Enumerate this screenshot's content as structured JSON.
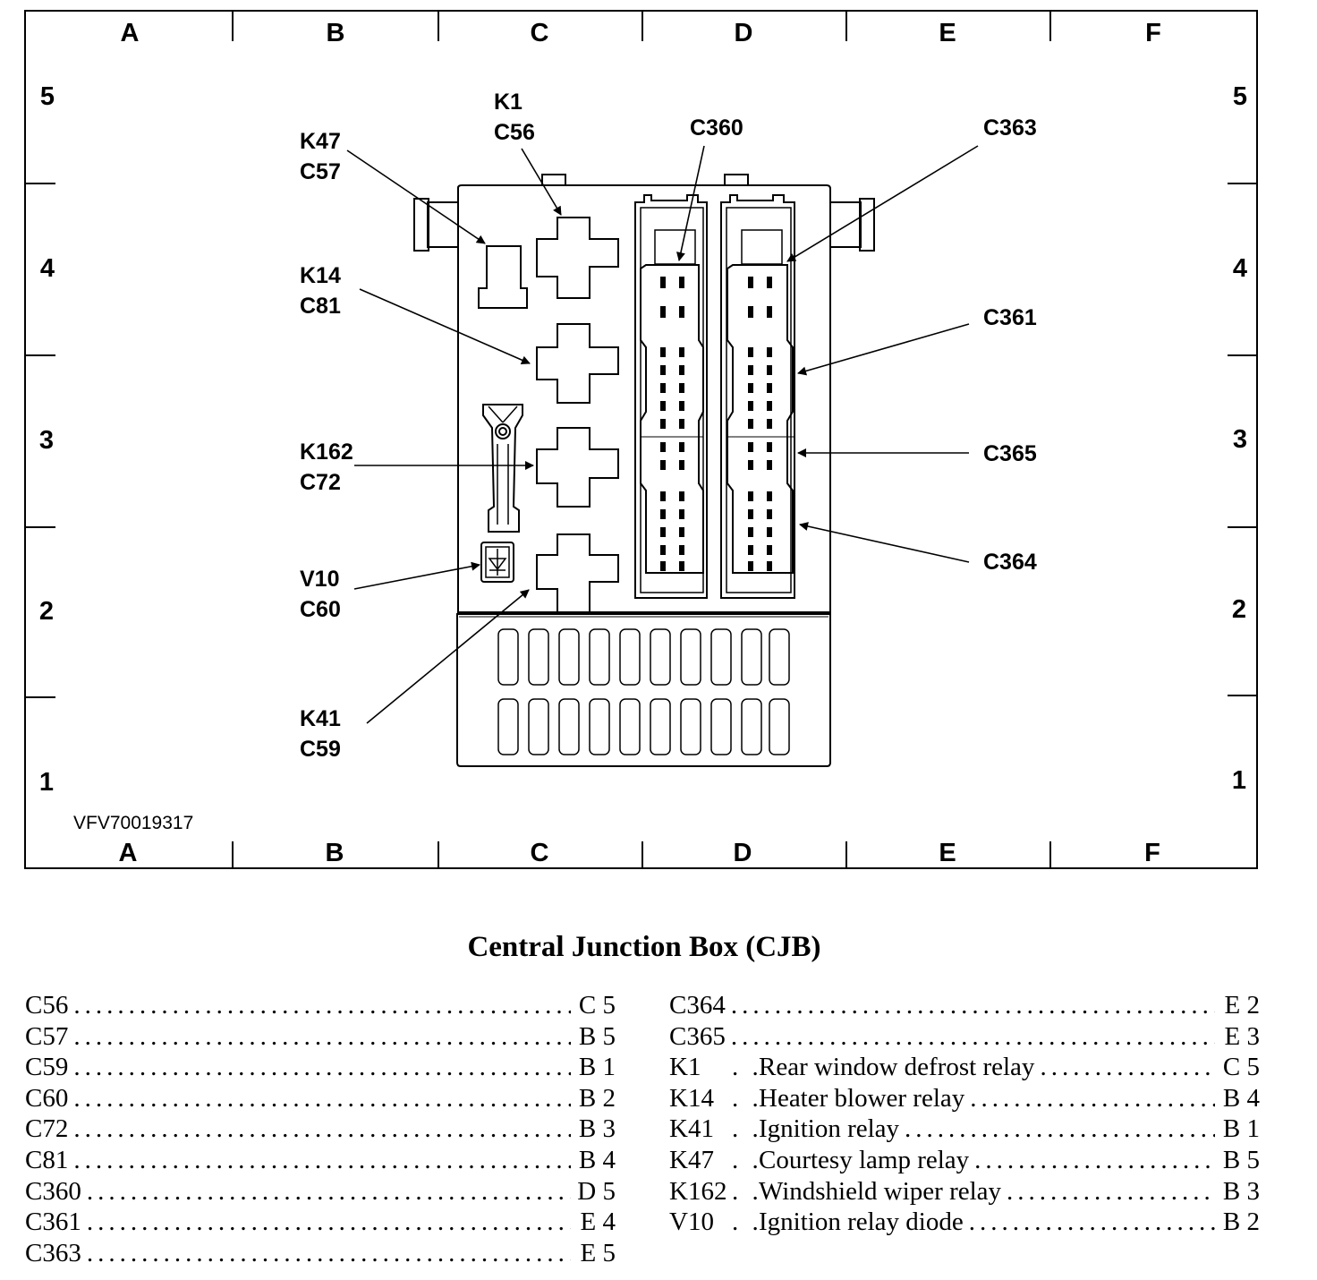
{
  "figure": {
    "code": "VFV70019317",
    "grid": {
      "columns": [
        "A",
        "B",
        "C",
        "D",
        "E",
        "F"
      ],
      "rows": [
        "5",
        "4",
        "3",
        "2",
        "1"
      ]
    },
    "callouts": [
      {
        "id": "k1-c56",
        "lines": [
          "K1",
          "C56"
        ]
      },
      {
        "id": "k47-c57",
        "lines": [
          "K47",
          "C57"
        ]
      },
      {
        "id": "k14-c81",
        "lines": [
          "K14",
          "C81"
        ]
      },
      {
        "id": "k162-c72",
        "lines": [
          "K162",
          "C72"
        ]
      },
      {
        "id": "v10-c60",
        "lines": [
          "V10",
          "C60"
        ]
      },
      {
        "id": "k41-c59",
        "lines": [
          "K41",
          "C59"
        ]
      },
      {
        "id": "c360",
        "lines": [
          "C360"
        ]
      },
      {
        "id": "c363",
        "lines": [
          "C363"
        ]
      },
      {
        "id": "c361",
        "lines": [
          "C361"
        ]
      },
      {
        "id": "c365",
        "lines": [
          "C365"
        ]
      },
      {
        "id": "c364",
        "lines": [
          "C364"
        ]
      }
    ]
  },
  "index": {
    "title": "Central Junction Box (CJB)",
    "left": [
      {
        "id": "C56",
        "desc": "",
        "loc": "C 5"
      },
      {
        "id": "C57",
        "desc": "",
        "loc": "B 5"
      },
      {
        "id": "C59",
        "desc": "",
        "loc": "B 1"
      },
      {
        "id": "C60",
        "desc": "",
        "loc": "B 2"
      },
      {
        "id": "C72",
        "desc": "",
        "loc": "B 3"
      },
      {
        "id": "C81",
        "desc": "",
        "loc": "B 4"
      },
      {
        "id": "C360",
        "desc": "",
        "loc": "D 5"
      },
      {
        "id": "C361",
        "desc": "",
        "loc": "E 4"
      },
      {
        "id": "C363",
        "desc": "",
        "loc": "E 5"
      }
    ],
    "right": [
      {
        "id": "C364",
        "desc": "",
        "loc": "E 2"
      },
      {
        "id": "C365",
        "desc": "",
        "loc": "E 3"
      },
      {
        "id": "K1",
        "desc": "Rear window defrost relay",
        "loc": "C 5"
      },
      {
        "id": "K14",
        "desc": "Heater blower relay",
        "loc": "B 4"
      },
      {
        "id": "K41",
        "desc": "Ignition relay",
        "loc": "B 1"
      },
      {
        "id": "K47",
        "desc": "Courtesy lamp relay",
        "loc": "B 5"
      },
      {
        "id": "K162",
        "desc": "Windshield wiper relay",
        "loc": "B 3"
      },
      {
        "id": "V10",
        "desc": "Ignition relay diode",
        "loc": "B 2"
      }
    ]
  }
}
